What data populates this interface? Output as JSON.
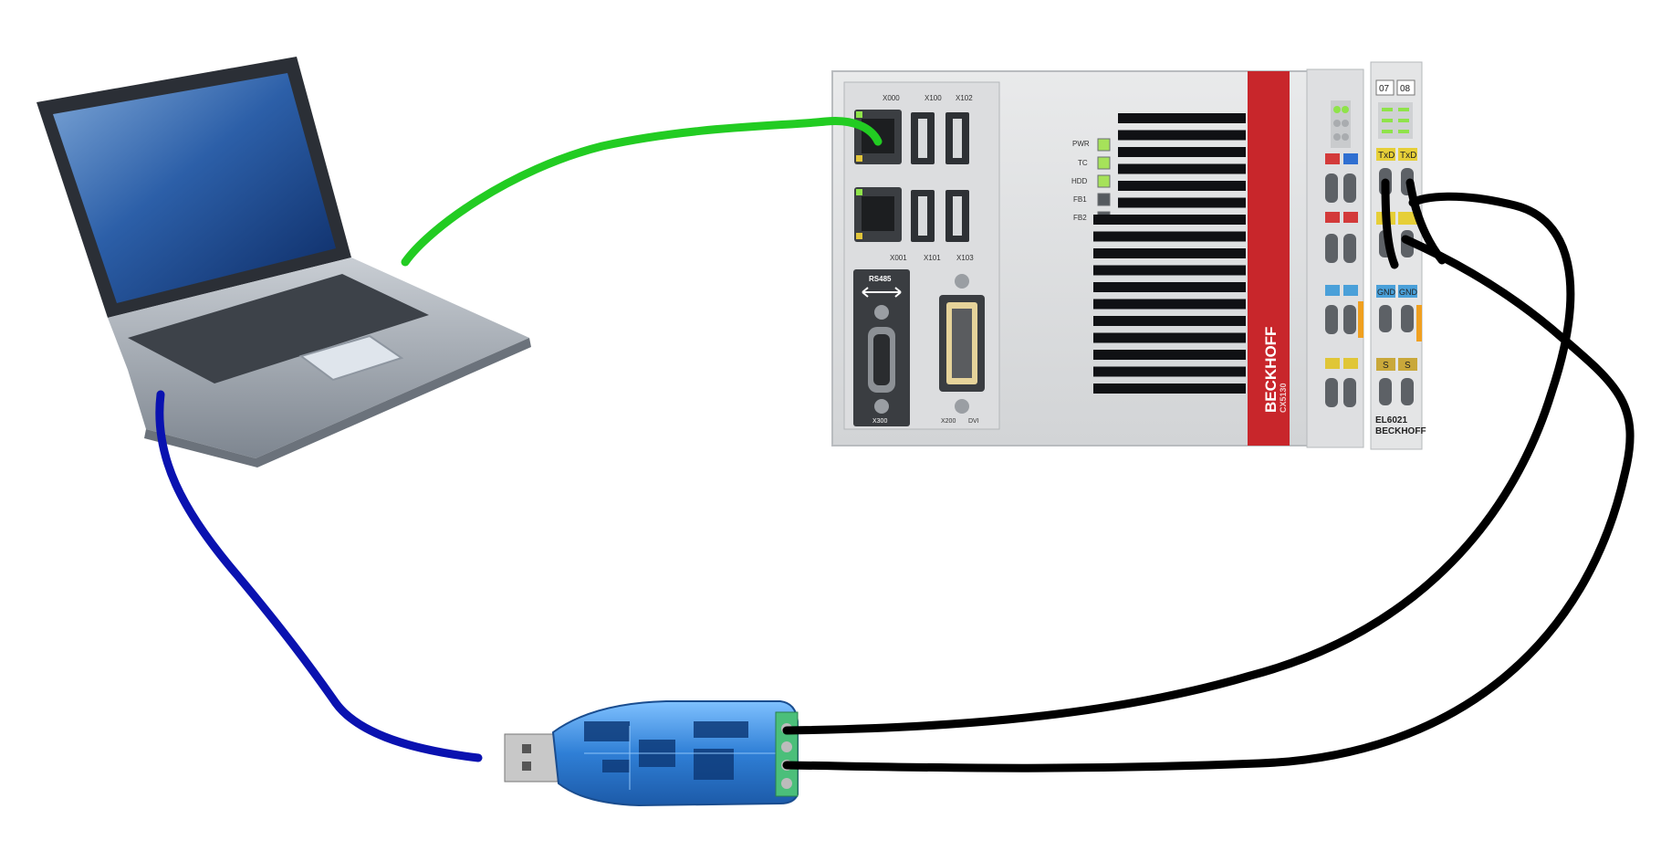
{
  "plc": {
    "brand": "BECKHOFF",
    "model": "CX5130",
    "port_labels": {
      "x000": "X000",
      "x100": "X100",
      "x102": "X102",
      "x001": "X001",
      "x101": "X101",
      "x103": "X103",
      "rs485": "RS485",
      "x300": "X300",
      "x200": "X200",
      "dvi": "DVI"
    },
    "leds": [
      "PWR",
      "TC",
      "HDD",
      "FB1",
      "FB2"
    ]
  },
  "terminal": {
    "slots": [
      "07",
      "08"
    ],
    "txd": "TxD",
    "gnd": "GND",
    "shield": "S",
    "model": "EL6021",
    "brand": "BECKHOFF"
  },
  "colors": {
    "ethernet_cable": "#22cc22",
    "usb_cable": "#0a12b0",
    "serial_cable": "#000000",
    "beckhoff_red": "#c8262b",
    "adapter_blue": "#2f7fd6"
  }
}
